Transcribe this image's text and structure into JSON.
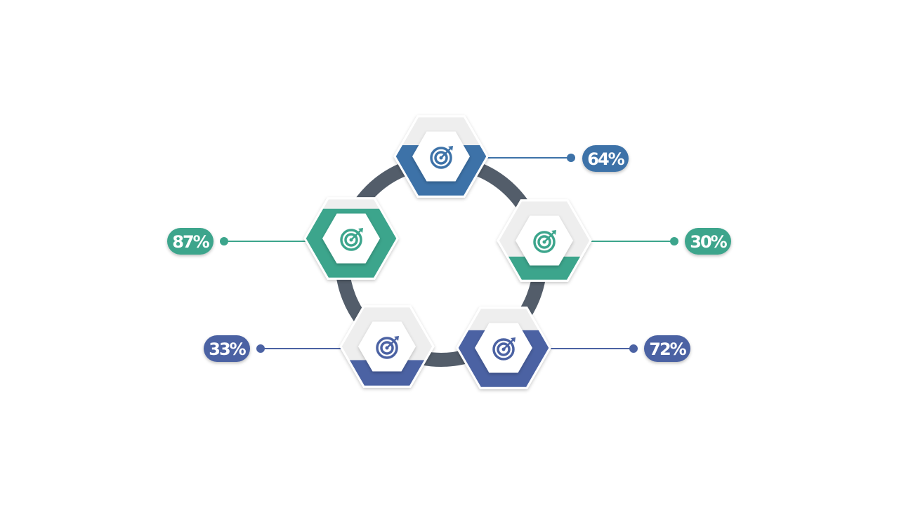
{
  "colors": {
    "ring": "#535d6a",
    "hex_bg": "#eeeeee",
    "hex_border": "#ffffff",
    "inner_bg": "#ffffff"
  },
  "items": [
    {
      "id": "top",
      "value_label": "64%",
      "fill_fraction": 0.64,
      "color": "#3d72a8",
      "icon": "target-icon"
    },
    {
      "id": "right",
      "value_label": "30%",
      "fill_fraction": 0.3,
      "color": "#3ca58c",
      "icon": "target-icon"
    },
    {
      "id": "bottom-right",
      "value_label": "72%",
      "fill_fraction": 0.72,
      "color": "#4b62a3",
      "icon": "target-icon"
    },
    {
      "id": "bottom-left",
      "value_label": "33%",
      "fill_fraction": 0.33,
      "color": "#4b62a3",
      "icon": "target-icon"
    },
    {
      "id": "left",
      "value_label": "87%",
      "fill_fraction": 0.87,
      "color": "#3ca58c",
      "icon": "target-icon"
    }
  ]
}
